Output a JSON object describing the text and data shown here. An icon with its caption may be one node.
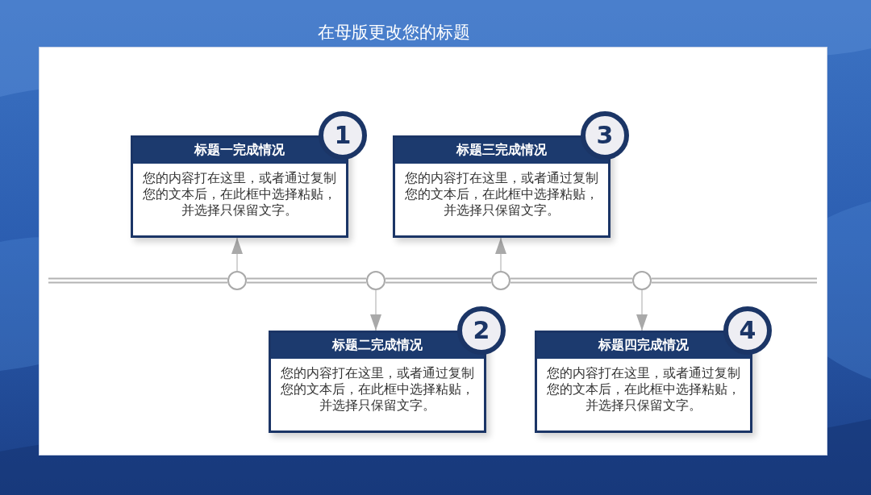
{
  "diagram": {
    "title": "在母版更改您的标题",
    "nodes": [
      {
        "text": [
          "标题一完成情况",
          "您的内容打在这里，或者通过复制您的文本后，在此框中选择粘贴，并选择只保留文字。"
        ]
      },
      {
        "text": [
          "标题二完成情况",
          "您的内容打在这里，或者通过复制您的文本后，在此框中选择粘贴，并选择只保留文字。"
        ]
      },
      {
        "text": [
          "标题三完成情况",
          "您的内容打在这里，或者通过复制您的文本后，在此框中选择粘贴，并选择只保留文字。"
        ]
      },
      {
        "text": [
          "标题四完成情况",
          "您的内容打在这里，或者通过复制您的文本后，在此框中选择粘贴，并选择只保留文字。"
        ]
      },
      {
        "text": [
          "1"
        ]
      },
      {
        "text": [
          "2"
        ]
      },
      {
        "text": [
          "3"
        ]
      },
      {
        "text": [
          "4"
        ]
      },
      {
        "text": [],
        "shape": "circle"
      },
      {
        "text": [],
        "shape": "circle"
      },
      {
        "text": [],
        "shape": "circle"
      },
      {
        "text": [],
        "shape": "circle"
      }
    ],
    "edges": [
      {
        "from": 8,
        "to": 0,
        "arrow": "to"
      },
      {
        "from": 9,
        "to": 1,
        "arrow": "to"
      },
      {
        "from": 10,
        "to": 2,
        "arrow": "to"
      },
      {
        "from": 11,
        "to": 3,
        "arrow": "to"
      },
      {
        "from": 8,
        "to": 9,
        "arrow": "none"
      },
      {
        "from": 9,
        "to": 10,
        "arrow": "none"
      },
      {
        "from": 10,
        "to": 11,
        "arrow": "none"
      }
    ]
  }
}
